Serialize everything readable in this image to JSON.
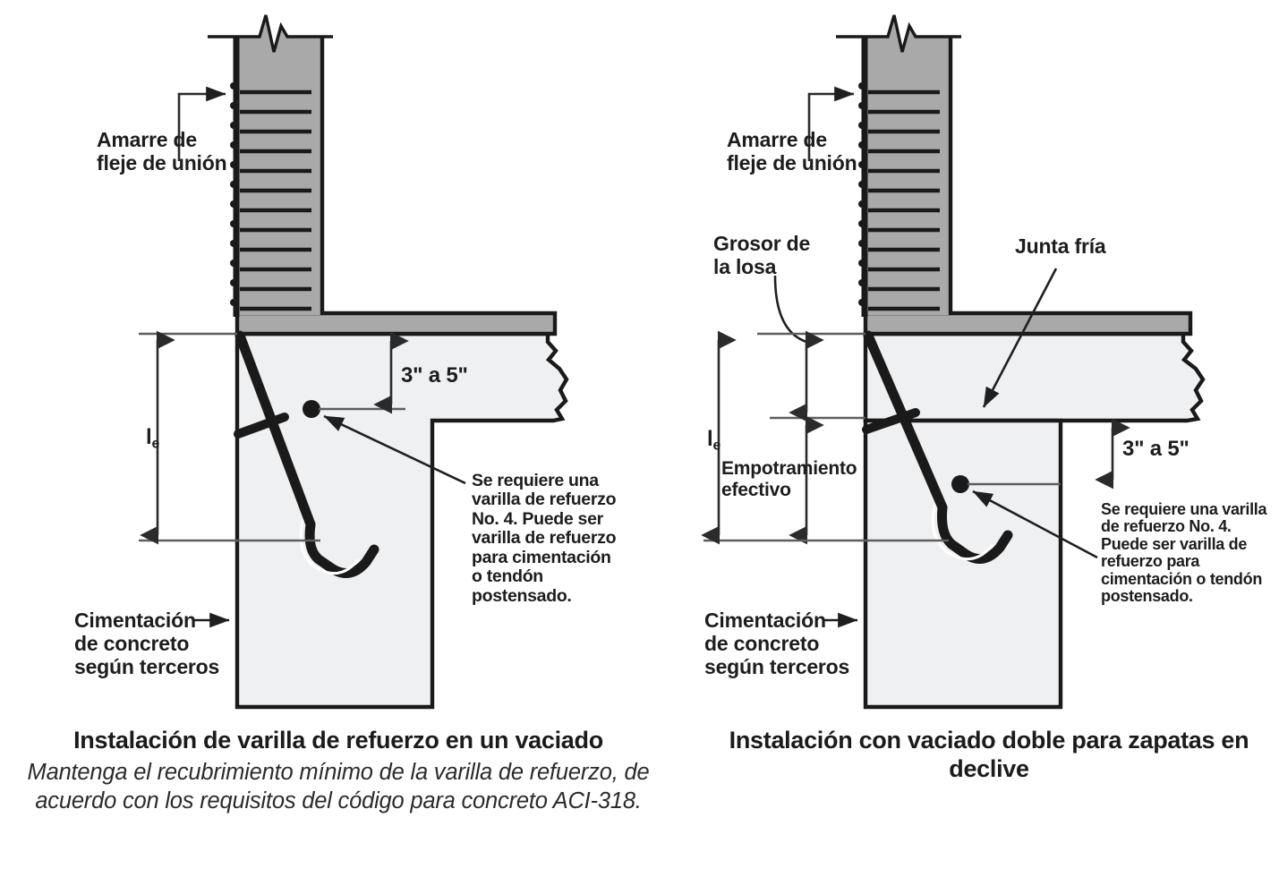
{
  "document": {
    "language": "es",
    "kind": "construction-detail-drawing",
    "colors": {
      "wall_fill": "#a9a9a9",
      "footing_fill": "#eff0f2",
      "outline": "#1a1a1a",
      "dimension_line": "#585858",
      "text": "#1d1d1d",
      "background": "#ffffff"
    }
  },
  "left_figure": {
    "labels": {
      "tie_strap": "Amarre de\nfleje de unión",
      "foundation": "Cimentación\nde concreto\nsegún terceros",
      "embedment_symbol": "l",
      "embedment_subscript": "e",
      "cover_dimension": "3\" a 5\"",
      "rebar_note": "Se requiere una varilla de refuerzo No. 4. Puede ser varilla de refuerzo para cimentación o tendón postensado."
    },
    "caption": {
      "title": "Instalación de varilla de refuerzo en un vaciado",
      "subtitle": "Mantenga el recubrimiento mínimo de la varilla de refuerzo, de acuerdo con los requisitos del código para concreto ACI-318."
    }
  },
  "right_figure": {
    "labels": {
      "tie_strap": "Amarre de\nfleje de unión",
      "slab_thickness": "Grosor de\nla losa",
      "cold_joint": "Junta fría",
      "foundation": "Cimentación\nde concreto\nsegún terceros",
      "embedment_symbol": "l",
      "embedment_subscript": "e",
      "effective_embedment": "Empotramiento\nefectivo",
      "cover_dimension": "3\" a 5\"",
      "rebar_note": "Se requiere una varilla de refuerzo No. 4. Puede ser varilla de refuerzo para cimentación o tendón postensado."
    },
    "caption": {
      "title": "Instalación con vaciado doble\npara zapatas en declive",
      "subtitle": ""
    }
  },
  "icons": {
    "break_symbol": "break-line-icon",
    "arrow": "arrow-icon",
    "rebar_dot": "rebar-section-dot-icon"
  }
}
